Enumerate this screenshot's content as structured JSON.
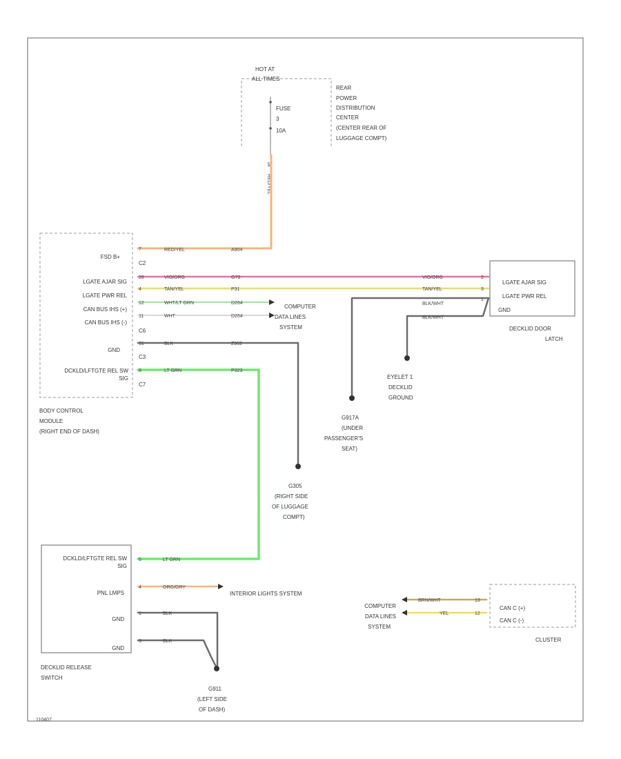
{
  "rear_pdc": {
    "hot_at": [
      "HOT AT",
      "ALL TIMES"
    ],
    "fuse": [
      "FUSE",
      "3",
      "10A"
    ],
    "label": [
      "REAR",
      "POWER",
      "DISTRIBUTION",
      "CENTER",
      "(CENTER REAR OF",
      "LUGGAGE COMPT)"
    ],
    "terminal": "18",
    "wire_color": "RED/YEL"
  },
  "bcm": {
    "label": [
      "BODY CONTROL",
      "MODULE",
      "(RIGHT END OF DASH)"
    ],
    "pins": [
      {
        "name": "FSD B+",
        "pin": "7",
        "conn": "C2",
        "color": "RED/YEL",
        "circuit": "A904"
      },
      {
        "name": "LGATE AJAR SIG",
        "pin": "28",
        "conn": "",
        "color": "VIO/ORG",
        "circuit": "G79"
      },
      {
        "name": "LGATE PWR REL",
        "pin": "4",
        "conn": "",
        "color": "TAN/YEL",
        "circuit": "P31"
      },
      {
        "name": "CAN BUS IHS (+)",
        "pin": "12",
        "conn": "",
        "color": "WHT/LT GRN",
        "circuit": "D264"
      },
      {
        "name": "CAN BUS IHS (-)",
        "pin": "11",
        "conn": "C6",
        "color": "WHT",
        "circuit": "D264"
      },
      {
        "name": "GND",
        "pin": "31",
        "conn": "C3",
        "color": "BLK",
        "circuit": "Z902"
      },
      {
        "name": "DCKLD/LFTGTE REL SW SIG",
        "pin": "8",
        "conn": "C7",
        "color": "LT GRN",
        "circuit": "P323"
      }
    ]
  },
  "computer_data_lines_1": [
    "COMPUTER",
    "DATA LINES",
    "SYSTEM"
  ],
  "decklid_latch": {
    "label": [
      "DECKLID DOOR",
      "LATCH"
    ],
    "pins": [
      {
        "name": "LGATE AJAR SIG",
        "pin": "2",
        "color": "VIO/ORG"
      },
      {
        "name": "LGATE PWR REL",
        "pin": "3",
        "color": "TAN/YEL"
      },
      {
        "name": "GND",
        "pin": "1",
        "color": "BLK/WHT"
      }
    ],
    "ground_wire": "BLK/WHT"
  },
  "grounds": {
    "eyelet": [
      "EYELET 1",
      "DECKLID",
      "GROUND"
    ],
    "g917": [
      "G917A",
      "(UNDER",
      "PASSENGER'S",
      "SEAT)"
    ],
    "g305": [
      "G305",
      "(RIGHT SIDE",
      "OF LUGGAGE",
      "COMPT)"
    ],
    "g911": [
      "G911",
      "(LEFT SIDE",
      "OF DASH)"
    ]
  },
  "release_switch": {
    "label": [
      "DECKLID RELEASE",
      "SWITCH"
    ],
    "pins": [
      {
        "name": "DCKLD/LFTGTE REL SW SIG",
        "pin": "5",
        "color": "LT GRN"
      },
      {
        "name": "PNL LMPS",
        "pin": "4",
        "color": "ORG/GRY"
      },
      {
        "name": "GND",
        "pin": "1",
        "color": "BLK"
      },
      {
        "name": "GND",
        "pin": "3",
        "color": "BLK"
      }
    ],
    "interior_lights": "INTERIOR LIGHTS SYSTEM"
  },
  "cluster": {
    "label": "CLUSTER",
    "pins": [
      {
        "name": "CAN C (+)",
        "pin": "13",
        "color": "BRN/WHT"
      },
      {
        "name": "CAN C (-)",
        "pin": "12",
        "color": "YEL"
      }
    ],
    "computer_lines": [
      "COMPUTER",
      "DATA LINES",
      "SYSTEM"
    ]
  },
  "footer_code": "110407",
  "colors": {
    "red_yel": "#f5b47a",
    "vio_org": "#f06b9b",
    "tan_yel": "#e6e060",
    "lt_grn": "#6ee86e",
    "wht_lt_grn": "#9ee59e",
    "wht": "#cccccc",
    "blk": "#6b6b6b",
    "org_gry": "#f2b484",
    "yel": "#f2e04a",
    "brn_wht": "#c2a86a"
  }
}
